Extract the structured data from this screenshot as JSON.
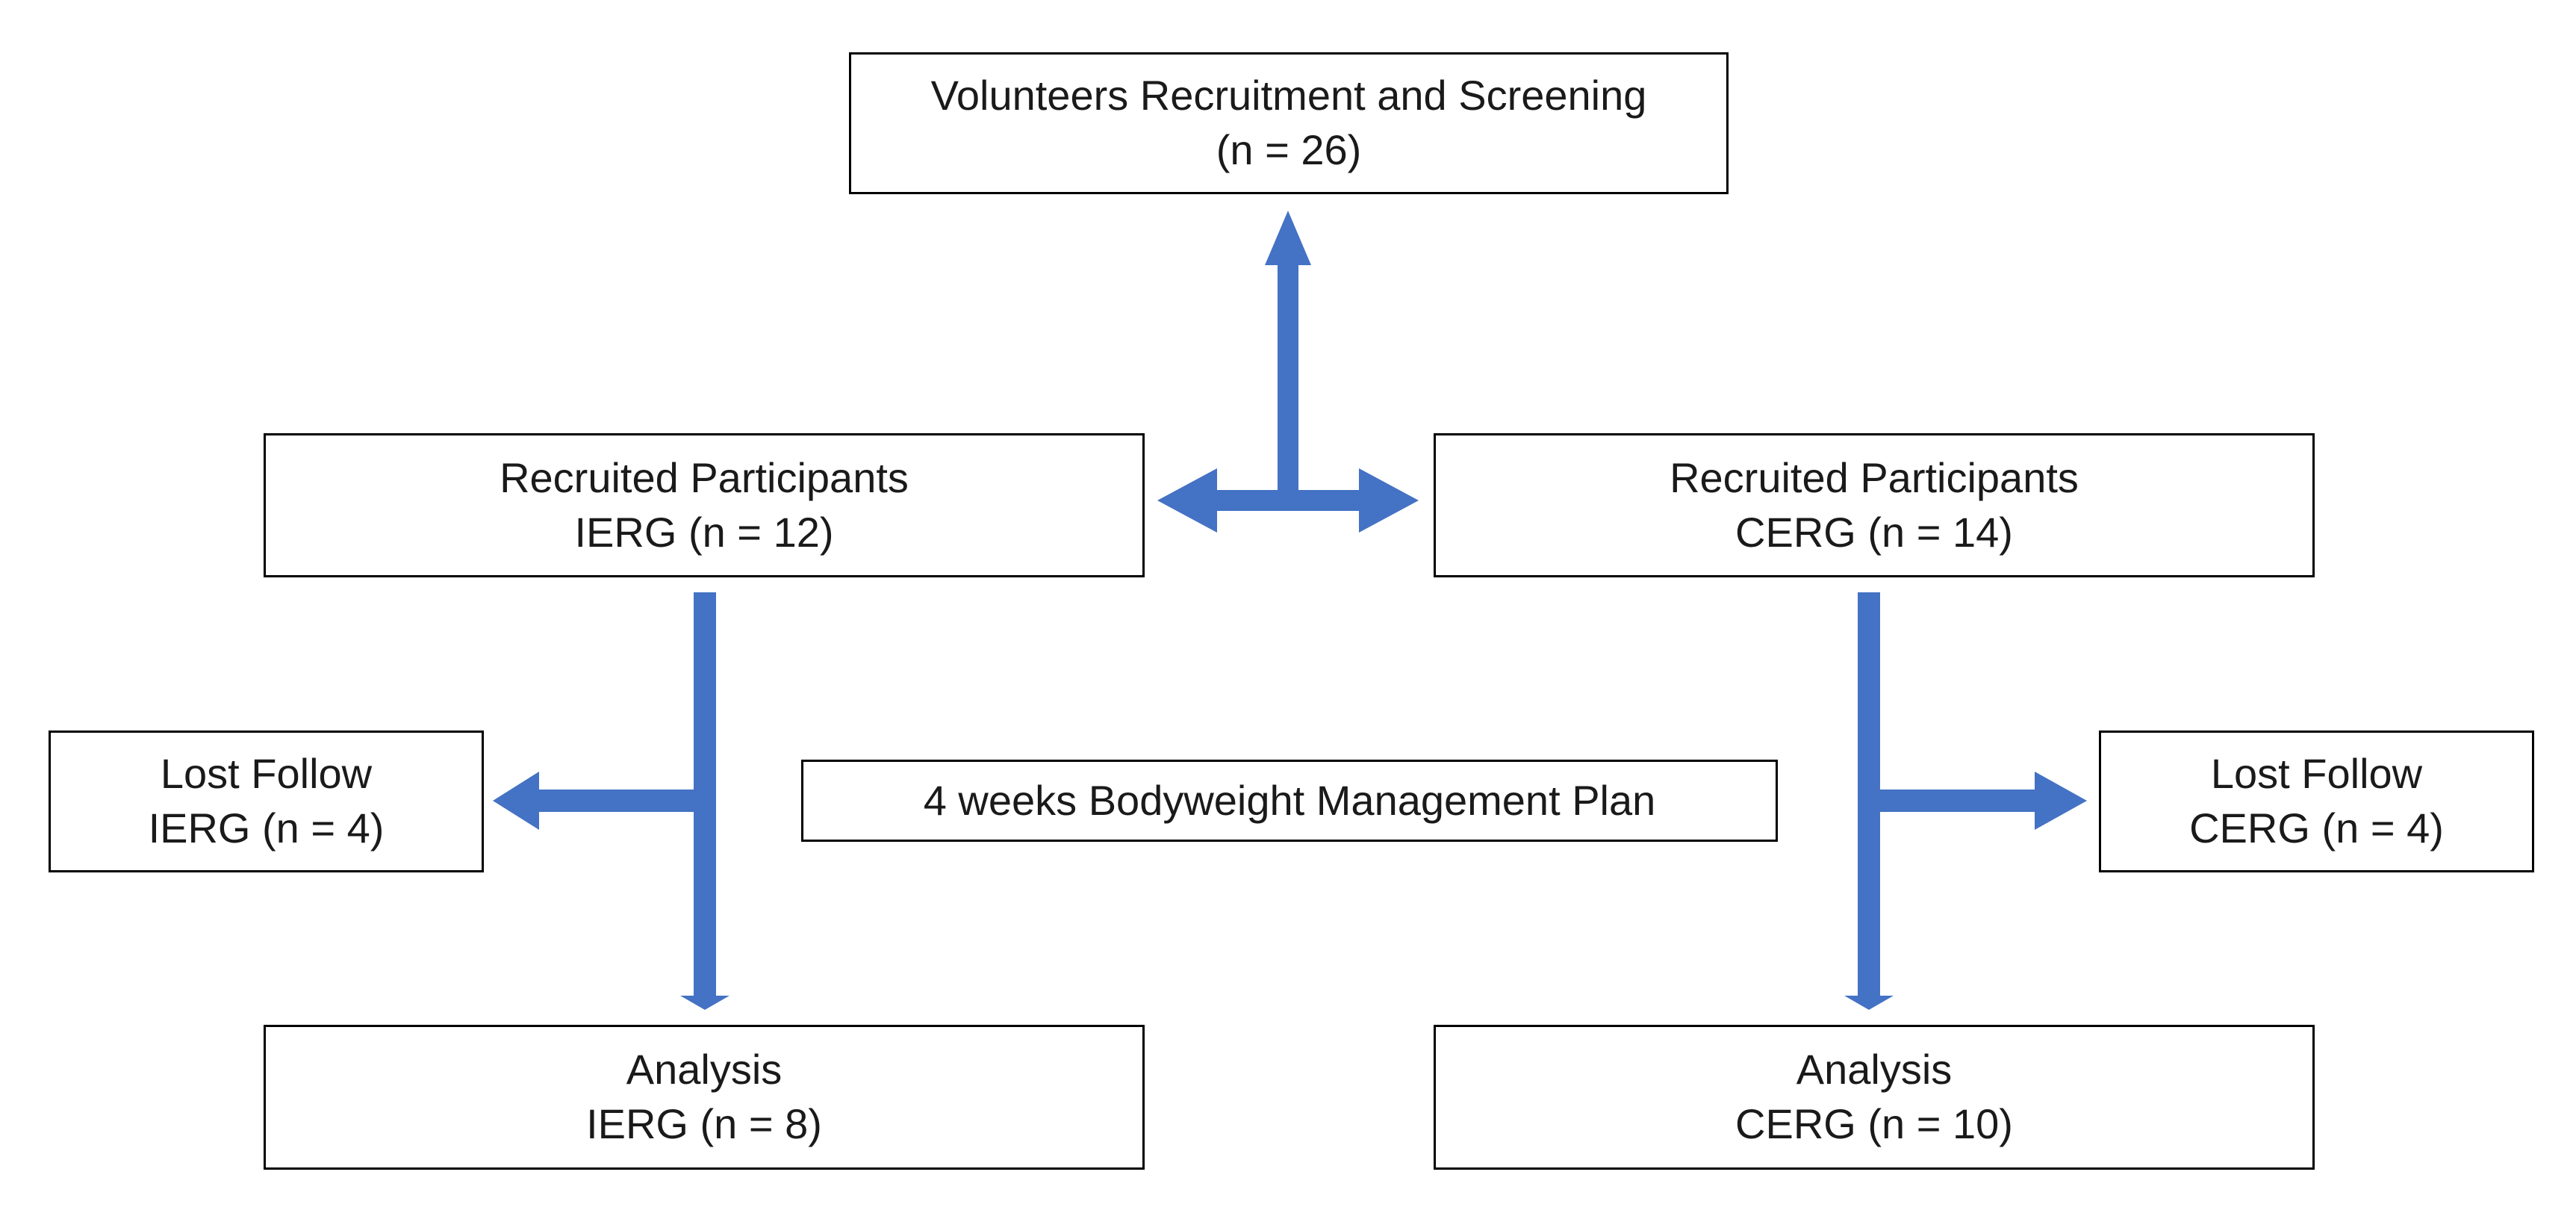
{
  "flowchart": {
    "accent_color": "#4472C4",
    "top": {
      "line1": "Volunteers Recruitment and Screening",
      "line2": "(n = 26)"
    },
    "recruited_left": {
      "line1": "Recruited Participants",
      "line2": "IERG (n = 12)"
    },
    "recruited_right": {
      "line1": "Recruited Participants",
      "line2": "CERG (n = 14)"
    },
    "lost_left": {
      "line1": "Lost Follow",
      "line2": "IERG (n = 4)"
    },
    "lost_right": {
      "line1": "Lost Follow",
      "line2": "CERG (n = 4)"
    },
    "plan": {
      "label": "4 weeks Bodyweight Management Plan"
    },
    "analysis_left": {
      "line1": "Analysis",
      "line2": "IERG (n = 8)"
    },
    "analysis_right": {
      "line1": "Analysis",
      "line2": "CERG (n = 10)"
    }
  }
}
